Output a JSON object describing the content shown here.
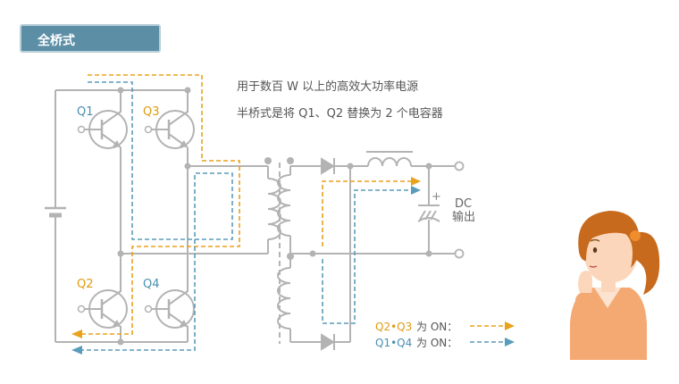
{
  "header": {
    "title": "全桥式"
  },
  "notes": {
    "line1": "用于数百 W 以上的高效大功率电源",
    "line2": "半桥式是将 Q1、Q2 替换为 2 个电容器"
  },
  "transistors": {
    "q1": "Q1",
    "q2": "Q2",
    "q3": "Q3",
    "q4": "Q4"
  },
  "output": {
    "dc": "DC",
    "out": "输出",
    "plus": "+"
  },
  "legend": {
    "q2q3": "Q2•Q3",
    "q1q4": "Q1•Q4",
    "suffix": "为 ON：",
    "q2q3_color": "#e8a21c",
    "q1q4_color": "#5a9cbb"
  },
  "colors": {
    "circuit": "#b3b3b3",
    "label_blue": "#4a8fb2",
    "label_orange": "#e09a10",
    "header_bg": "#5c8fa6"
  }
}
